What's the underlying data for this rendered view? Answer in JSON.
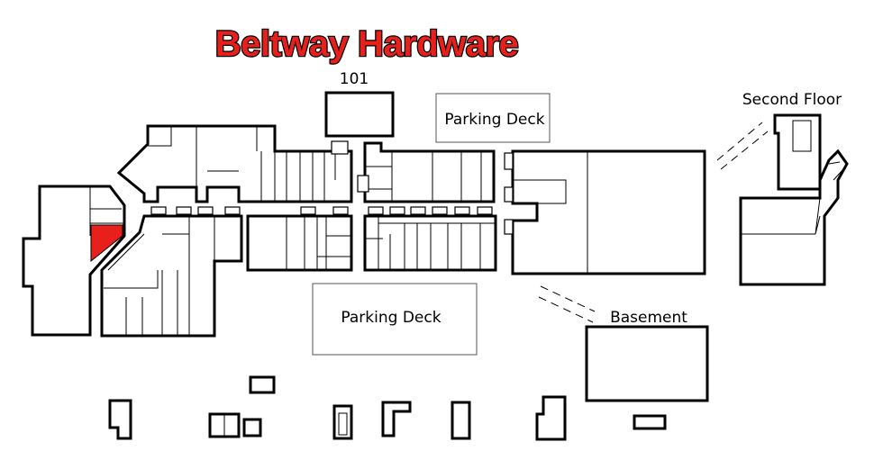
{
  "title": "Beltway Hardware",
  "labels": {
    "unit_101": "101",
    "parking_deck_north": "Parking Deck",
    "parking_deck_south": "Parking Deck",
    "second_floor": "Second Floor",
    "basement": "Basement"
  },
  "colors": {
    "title_fill": "#e8201c",
    "title_outline": "#000000",
    "highlight": "#e8201c"
  }
}
